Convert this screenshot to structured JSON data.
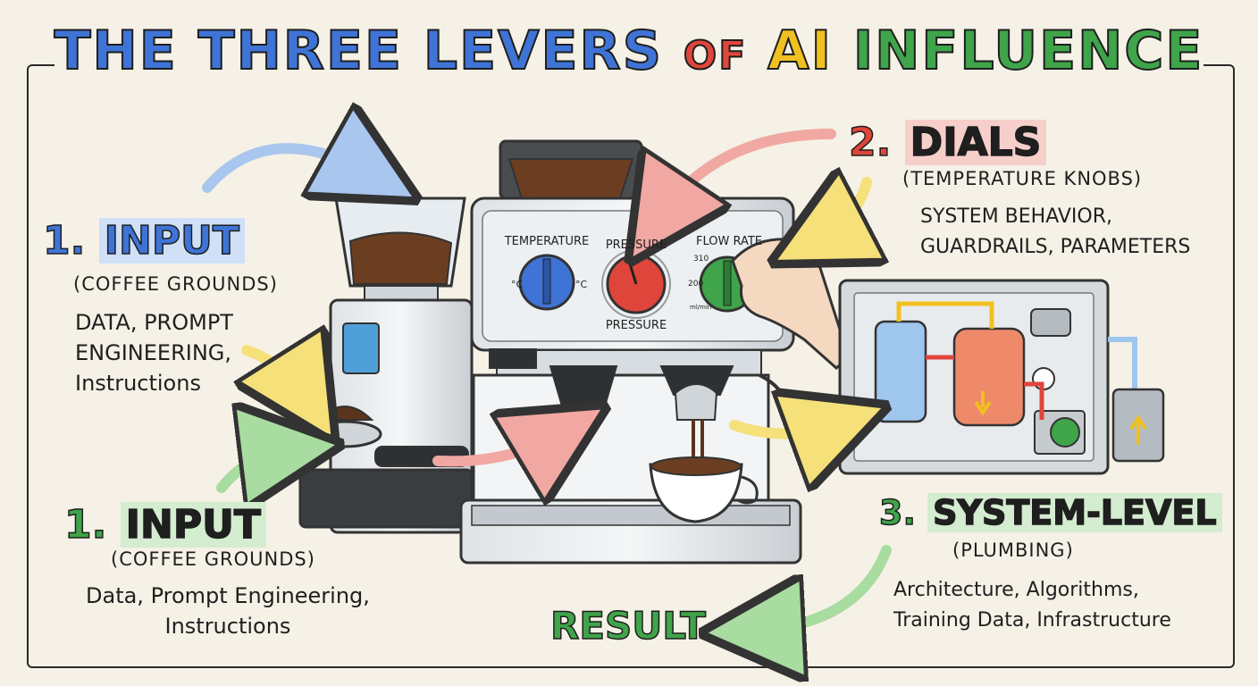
{
  "title": {
    "part1": "THE THREE LEVERS",
    "part2": "OF",
    "part3": "AI",
    "part4": "INFLUENCE"
  },
  "input_top": {
    "number": "1.",
    "heading": "INPUT",
    "sub": "(COFFEE GROUNDS)",
    "lines": [
      "DATA, PROMPT",
      "ENGINEERING,",
      "Instructions"
    ]
  },
  "input_bottom": {
    "number": "1.",
    "heading": "INPUT",
    "sub": "(COFFEE GROUNDS)",
    "lines": [
      "Data, Prompt Engineering,",
      "Instructions"
    ]
  },
  "dials": {
    "number": "2.",
    "heading": "DIALS",
    "sub": "(TEMPERATURE KNOBS)",
    "lines": [
      "SYSTEM BEHAVIOR,",
      "GUARDRAILS, PARAMETERS"
    ]
  },
  "system": {
    "number": "3.",
    "heading": "SYSTEM-LEVEL",
    "sub": "(PLUMBING)",
    "lines": [
      "Architecture, Algorithms,",
      "Training Data, Infrastructure"
    ]
  },
  "result": "RESULT",
  "machine": {
    "gauge_temperature": "TEMPERATURE",
    "gauge_pressure": "PRESSURE",
    "gauge_pressure_bottom": "PRESSURE",
    "gauge_flow": "FLOW RATE",
    "temp_left": "°C",
    "temp_right": "°C",
    "flow_tick_1": "310",
    "flow_tick_2": "200",
    "flow_tick_3": "ml/min"
  },
  "colors": {
    "blue": "#3f74d6",
    "red": "#e0453b",
    "yellow": "#f0c020",
    "green": "#3fa44a",
    "paper": "#f5f1e6"
  }
}
